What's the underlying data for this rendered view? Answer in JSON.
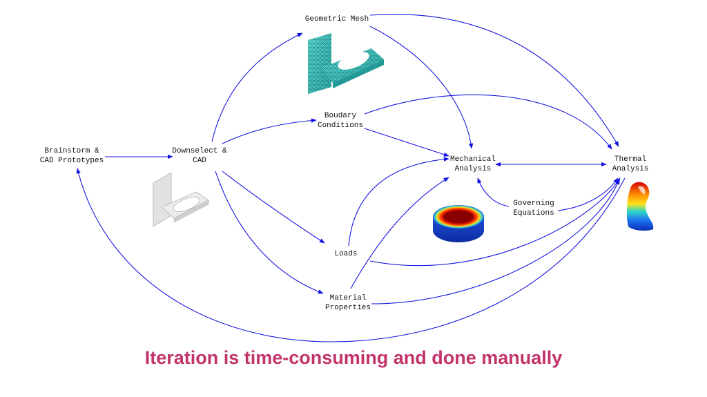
{
  "nodes": {
    "brainstorm": [
      "Brainstorm &",
      "CAD Prototypes"
    ],
    "downselect": [
      "Downselect &",
      "CAD"
    ],
    "geometric_mesh": [
      "Geometric Mesh"
    ],
    "boundary_conditions": [
      "Boudary",
      "Conditions"
    ],
    "mechanical_analysis": [
      "Mechanical",
      "Analysis"
    ],
    "thermal_analysis": [
      "Thermal",
      "Analysis"
    ],
    "governing_equations": [
      "Governing",
      "Equations"
    ],
    "loads": [
      "Loads"
    ],
    "material_properties": [
      "Material",
      "Properties"
    ]
  },
  "caption": "Iteration is time-consuming and done manually",
  "colors": {
    "arrow": "#1414e0",
    "caption": "#c2336a",
    "mesh": "#3fc9c4",
    "cad_part": "#d8d8d8"
  },
  "images": {
    "mesh_image": "meshed-bracket",
    "cad_image": "cad-bracket",
    "mechanical_image": "stress-ring-contour",
    "thermal_image": "thermal-contour-shape"
  }
}
